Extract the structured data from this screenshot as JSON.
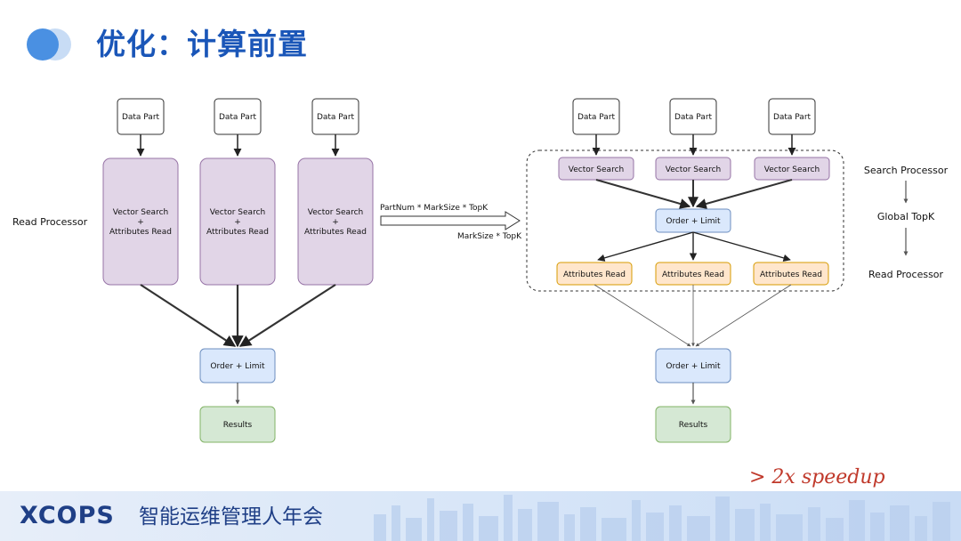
{
  "title": "优化：计算前置",
  "colors": {
    "title": "#1a56b8",
    "accent": "#4a90e2",
    "speedup": "#c0392b"
  },
  "left": {
    "side_label": "Read Processor",
    "data_parts": [
      "Data Part",
      "Data Part",
      "Data Part"
    ],
    "processors": [
      {
        "line1": "Vector Search",
        "line2": "+",
        "line3": "Attributes Read"
      },
      {
        "line1": "Vector Search",
        "line2": "+",
        "line3": "Attributes Read"
      },
      {
        "line1": "Vector Search",
        "line2": "+",
        "line3": "Attributes Read"
      }
    ],
    "order_limit": "Order + Limit",
    "results": "Results"
  },
  "transition": {
    "top_label": "PartNum * MarkSize * TopK",
    "bottom_label": "MarkSize * TopK"
  },
  "right": {
    "data_parts": [
      "Data Part",
      "Data Part",
      "Data Part"
    ],
    "vector_search": [
      "Vector Search",
      "Vector Search",
      "Vector Search"
    ],
    "order_limit_inner": "Order + Limit",
    "attributes_read": [
      "Attributes Read",
      "Attributes Read",
      "Attributes Read"
    ],
    "order_limit": "Order + Limit",
    "results": "Results"
  },
  "pipeline": [
    "Search Processor",
    "Global TopK",
    "Read Processor"
  ],
  "speedup": "> 2x  speedup",
  "footer": {
    "brand": "XCOPS",
    "subtitle": "智能运维管理人年会"
  }
}
